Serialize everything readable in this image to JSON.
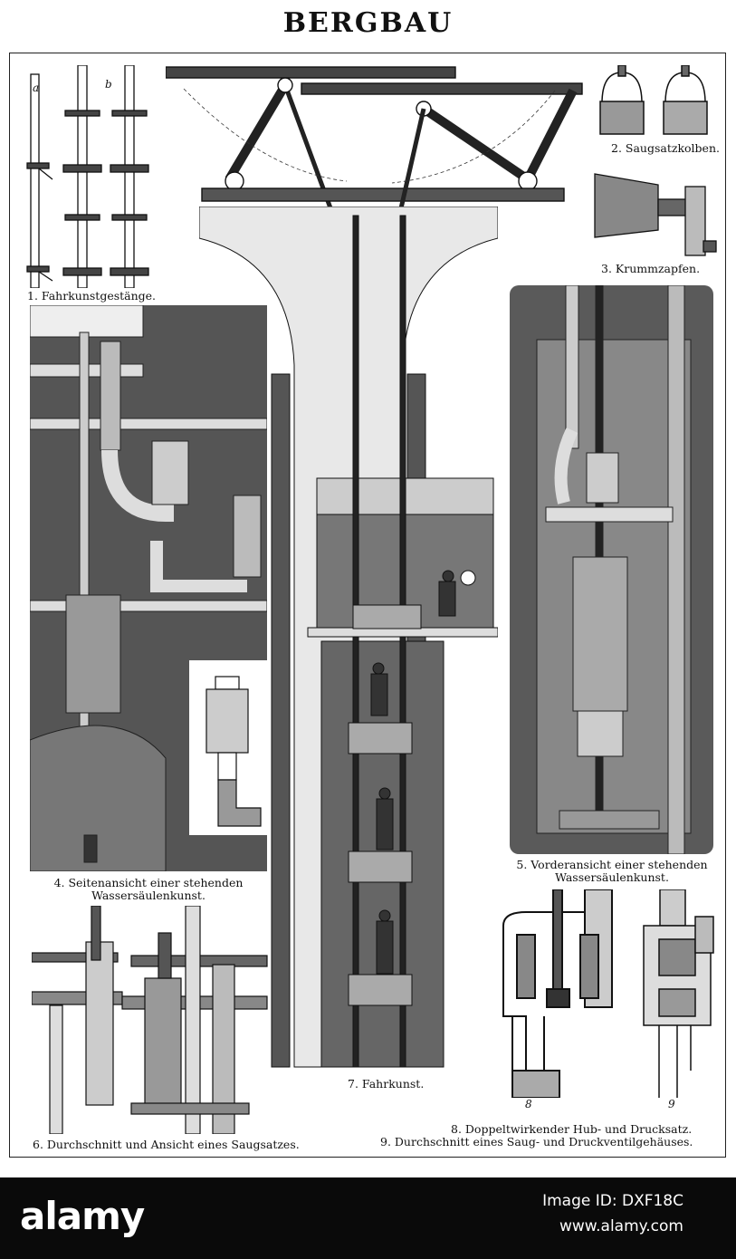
{
  "title": "BERGBAU",
  "labels": {
    "a": "a",
    "b": "b",
    "fig8": "8",
    "fig9": "9"
  },
  "captions": {
    "fig1": "1. Fahrkunstgestänge.",
    "fig2": "2. Saugsatzkolben.",
    "fig3": "3. Krummzapfen.",
    "fig4_line1": "4. Seitenansicht einer stehenden",
    "fig4_line2": "Wassersäulenkunst.",
    "fig5_line1": "5. Vorderansicht einer stehenden",
    "fig5_line2": "Wassersäulenkunst.",
    "fig6": "6. Durchschnitt und Ansicht eines Saugsatzes.",
    "fig7": "7. Fahrkunst.",
    "fig8": "8. Doppeltwirkender Hub- und Drucksatz.",
    "fig9": "9. Durchschnitt eines Saug- und Druckventilgehäuses."
  },
  "footer": {
    "brand": "alamy",
    "image_id": "Image ID: DXF18C",
    "site": "www.alamy.com"
  },
  "colors": {
    "ink": "#111111",
    "paper": "#ffffff",
    "footer_bg": "#0a0a0a",
    "footer_text": "#ffffff"
  }
}
